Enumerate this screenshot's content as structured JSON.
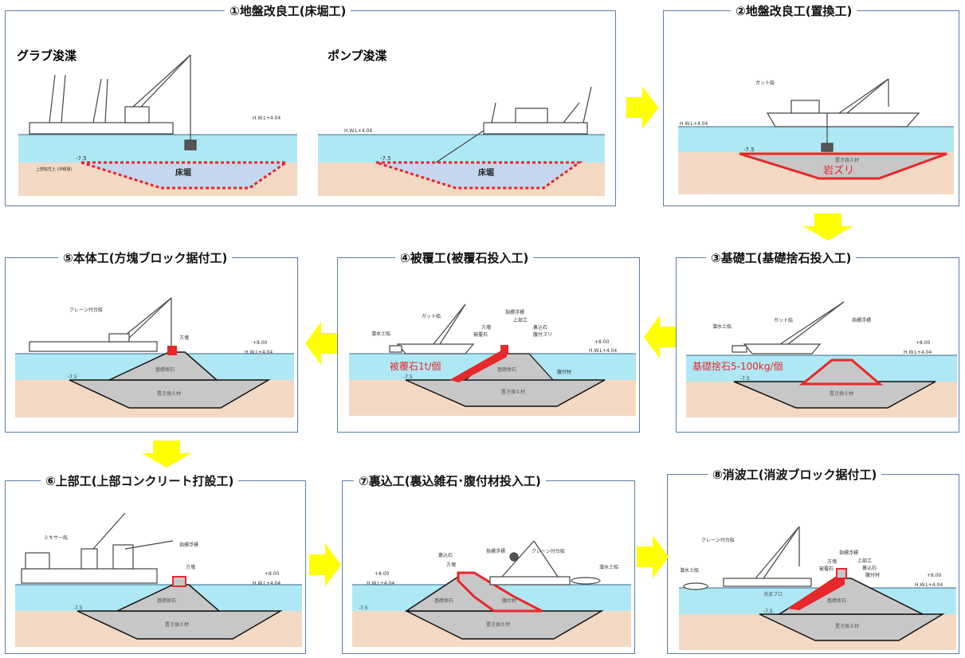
{
  "panels": [
    {
      "title": "①地盤改良工(床堀工)"
    },
    {
      "title": "②地盤改良工(置換工)"
    },
    {
      "title": "③基礎工(基礎捨石投入工)"
    },
    {
      "title": "④被覆工(被覆石投入工)"
    },
    {
      "title": "⑤本体工(方塊ブロック据付工)"
    },
    {
      "title": "⑥上部工(上部コンクリート打設工)"
    },
    {
      "title": "⑦裏込工(裏込雑石･腹付材投入工)"
    },
    {
      "title": "⑧消波工(消波ブロック据付工)"
    }
  ],
  "p1": {
    "grab_label": "グラブ浚渫",
    "pump_label": "ポンプ浚渫",
    "trench": "床堀",
    "hwl": "H.W.L+4.04",
    "depth": "-7.5",
    "soil": "上部粘性土 (沖積層)"
  },
  "p2": {
    "ship": "ガット船",
    "hwl": "H.W.L+4.04",
    "depth": "-7.5",
    "fill_small": "置き換え材",
    "fill": "岩ズリ"
  },
  "p3": {
    "ship": "ガット船",
    "diver": "潜水士船",
    "marker": "指標浮標",
    "level": "+8.00",
    "hwl": "H.W.L+4.04",
    "stone": "基礎捨石5-100kg/個",
    "fill": "置き換え材",
    "depth": "-7.5"
  },
  "p4": {
    "ship": "ガット船",
    "diver": "潜水士船",
    "marker": "指標浮標",
    "upper": "上部工",
    "back": "裏込石",
    "block": "方塊",
    "cover": "被覆石",
    "slope": "腹付ズリ",
    "belly": "腹付材",
    "level": "+8.00",
    "hwl": "H.W.L+4.04",
    "coverstone": "被覆石1t/個",
    "base": "基礎捨石",
    "fill": "置き換え材",
    "depth": "-7.5"
  },
  "p5": {
    "ship": "クレーン付台船",
    "block": "方塊",
    "level": "+8.00",
    "hwl": "H.W.L+4.04",
    "base": "基礎捨石",
    "fill": "置き換え材",
    "depth": "-7.5"
  },
  "p6": {
    "ship": "ミキサー船",
    "marker": "指標浮標",
    "block": "方塊",
    "level": "+8.00",
    "hwl": "H.W.L+4.04",
    "base": "基礎捨石",
    "fill": "置き換え材",
    "depth": "-7.5"
  },
  "p7": {
    "back": "裏込石",
    "marker": "指標浮標",
    "block": "方塊",
    "ship": "クレーン付台船",
    "diver": "潜水士船",
    "level": "+8.00",
    "hwl": "H.W.L+4.04",
    "base": "基礎捨石",
    "belly": "腹付材",
    "fill": "置き換え材",
    "depth": "-7.5"
  },
  "p8": {
    "ship": "クレーン付台船",
    "diver": "潜水士船",
    "marker": "指標浮標",
    "upper": "上部工",
    "block": "方塊",
    "back": "裏込石",
    "cover": "被覆石",
    "belly": "腹付材",
    "level": "+8.00",
    "hwl": "H.W.L+4.04",
    "wave": "消波ブロ",
    "base": "基礎捨石",
    "fill": "置き換え材",
    "depth": "-7.5"
  },
  "colors": {
    "water": "#aee8f4",
    "seabed": "#f3d9c3",
    "trench": "#c4d7ee",
    "mound": "#c7c7c7",
    "red": "#e8272a",
    "arrow": "#ffff00",
    "frame": "#5b7fa6"
  }
}
